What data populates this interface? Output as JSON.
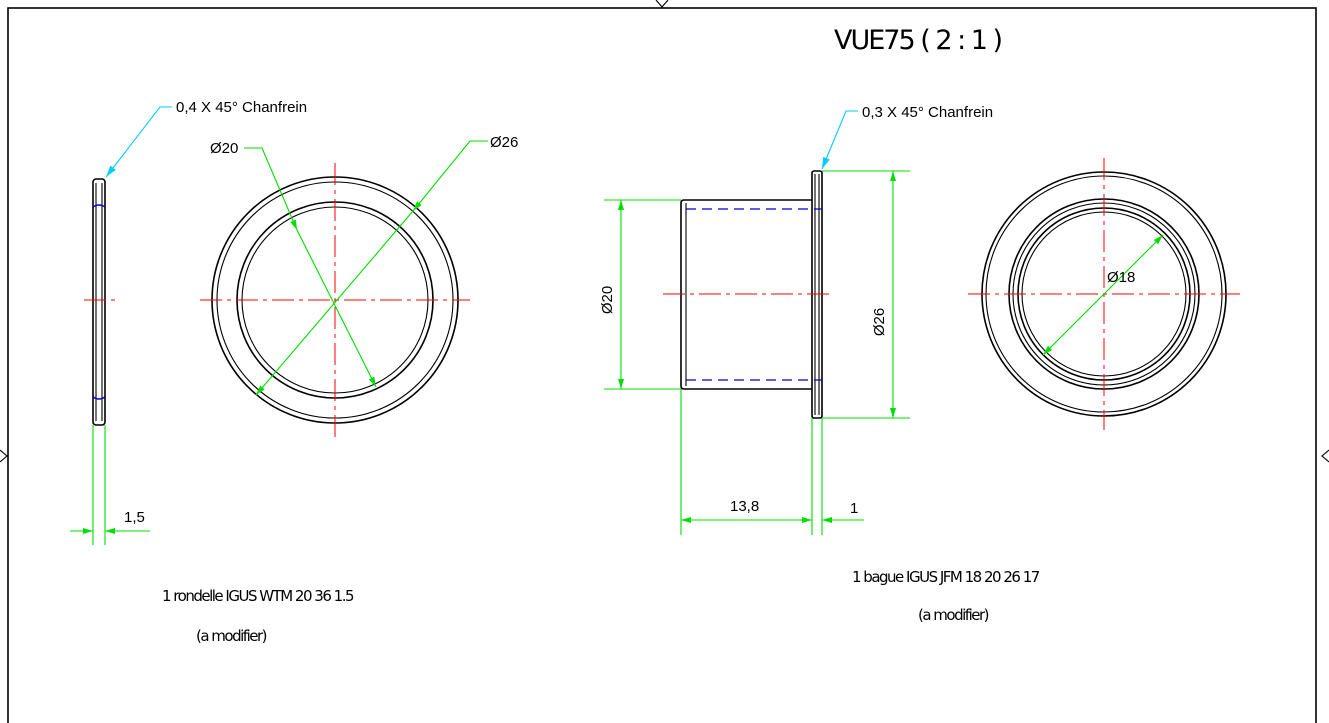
{
  "title": "VUE75 ( 2 : 1 )",
  "washer": {
    "chamfer_note": "0,4 X 45° Chanfrein",
    "dim_inner_diameter": "Ø20",
    "dim_outer_diameter": "Ø26",
    "dim_thickness": "1,5",
    "caption": "1 rondelle IGUS WTM 20 36 1.5",
    "caption_note": "(a modifier)"
  },
  "bushing": {
    "chamfer_note": "0,3 X 45° Chanfrein",
    "dim_sleeve_diameter": "Ø20",
    "dim_flange_diameter": "Ø26",
    "dim_length": "13,8",
    "dim_flange_thickness": "1",
    "dim_inner_diameter": "Ø18",
    "caption": "1 bague IGUS JFM 18 20 26 17",
    "caption_note": "(a modifier)"
  },
  "colors": {
    "outline": "#000000",
    "centerline": "#ff0000",
    "dimension": "#00dd00",
    "leader": "#00ccff",
    "hidden": "#0000cc"
  }
}
